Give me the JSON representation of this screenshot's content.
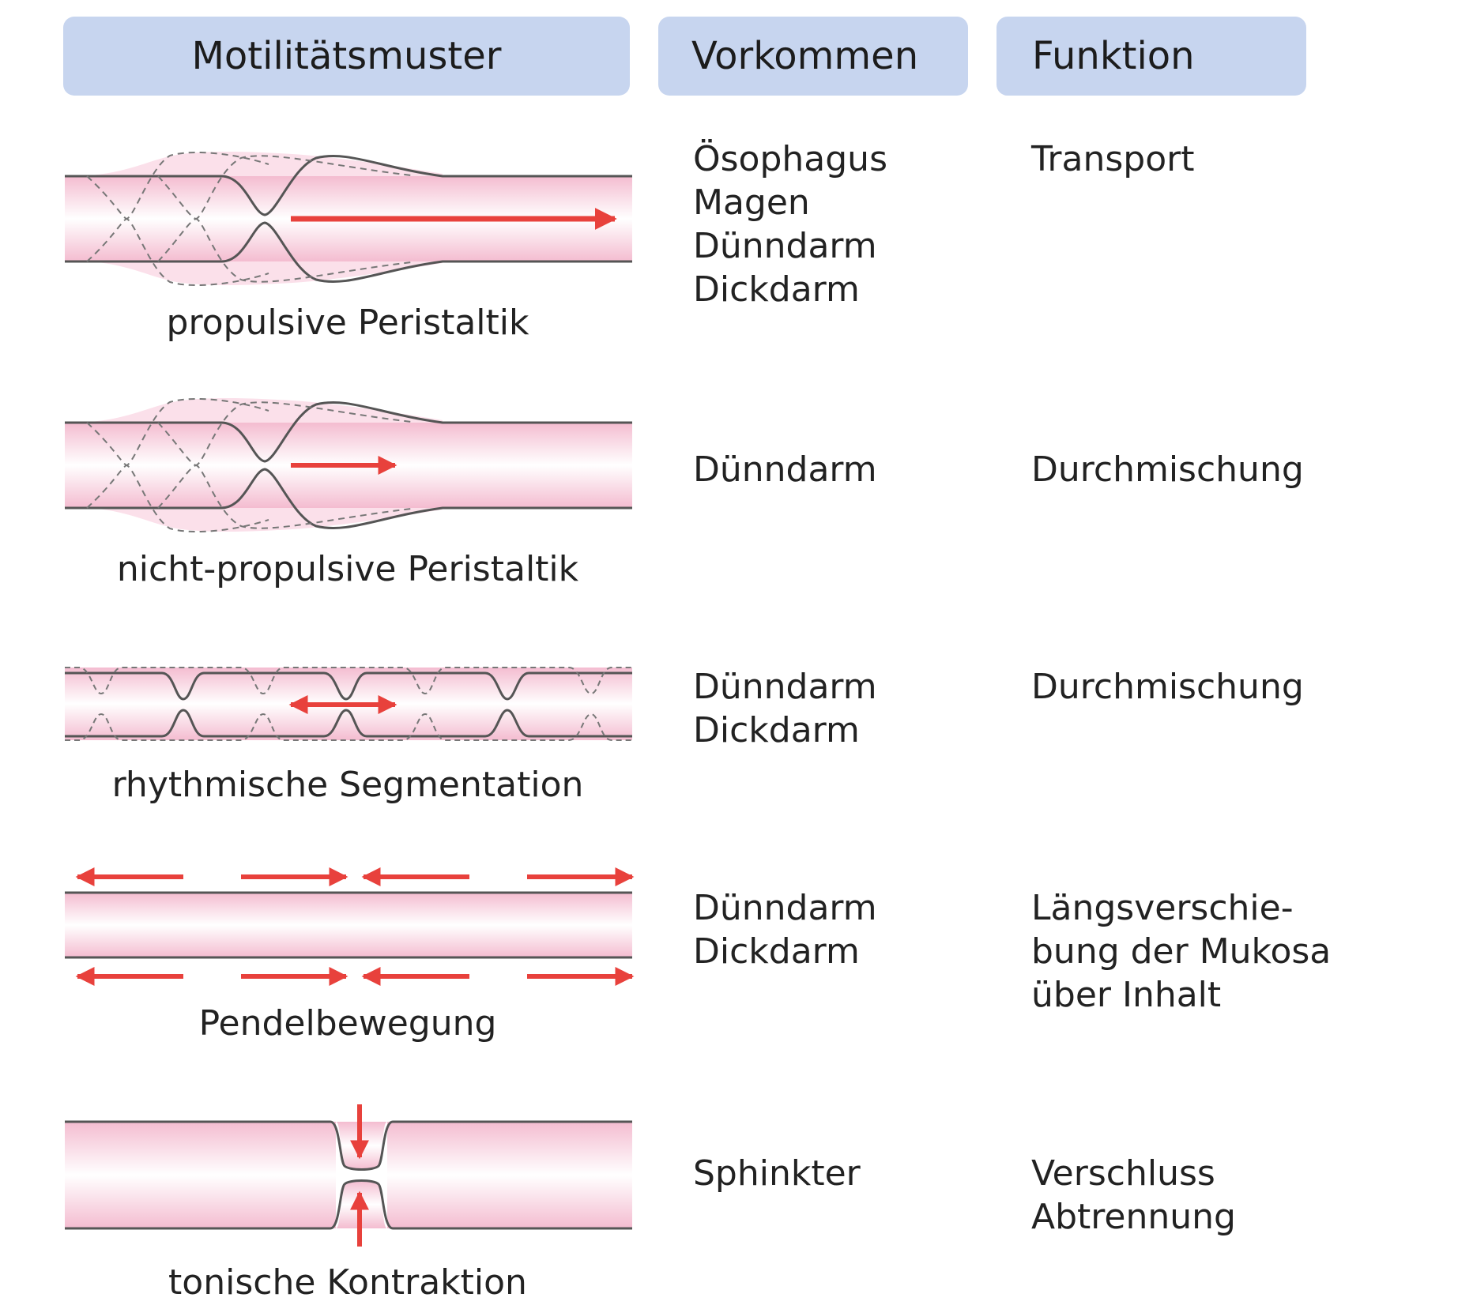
{
  "headers": {
    "pattern": "Motilitätsmuster",
    "occurrence": "Vorkommen",
    "function": "Funktion"
  },
  "rows": [
    {
      "pattern": "propulsive Peristaltik",
      "occurrence": [
        "Ösophagus",
        "Magen",
        "Dünndarm",
        "Dickdarm"
      ],
      "function": [
        "Transport"
      ]
    },
    {
      "pattern": "nicht-propulsive Peristaltik",
      "occurrence": [
        "Dünndarm"
      ],
      "function": [
        "Durchmischung"
      ]
    },
    {
      "pattern": "rhythmische Segmentation",
      "occurrence": [
        "Dünndarm",
        "Dickdarm"
      ],
      "function": [
        "Durchmischung"
      ]
    },
    {
      "pattern": "Pendelbewegung",
      "occurrence": [
        "Dünndarm",
        "Dickdarm"
      ],
      "function": [
        "Längsverschie-",
        "bung der Mukosa",
        "über Inhalt"
      ]
    },
    {
      "pattern": "tonische Kontraktion",
      "occurrence": [
        "Sphinkter"
      ],
      "function": [
        "Verschluss",
        "Abtrennung"
      ]
    }
  ],
  "colors": {
    "header_bg": "#c7d5ef",
    "tube_fill": "#f6c9d9",
    "arrow": "#e8413c",
    "outline": "#555555"
  }
}
